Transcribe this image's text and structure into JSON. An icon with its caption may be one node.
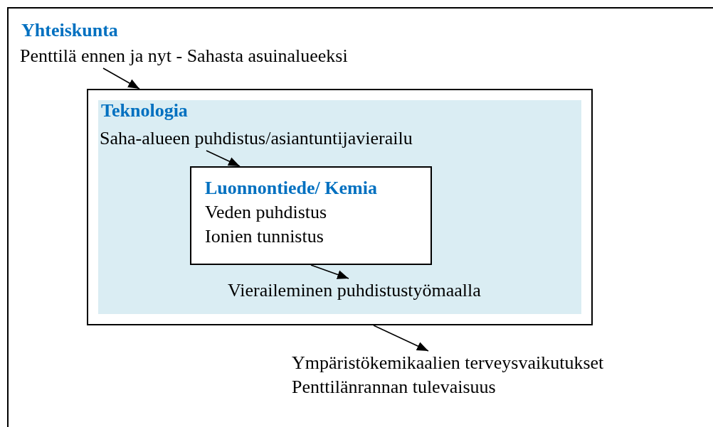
{
  "diagram": {
    "nodes": [
      {
        "text": [
          "Yhteiskunta"
        ]
      },
      {
        "text": [
          "Penttilä ennen ja nyt - Sahasta asuinalueeksi"
        ],
        "in": 0
      },
      {
        "text": [
          "Teknologia"
        ],
        "in": 0
      },
      {
        "text": [
          "Saha-alueen puhdistus/asiantuntijavierailu"
        ],
        "in": 2
      },
      {
        "text": [
          "Luonnontiede/ Kemia",
          "Veden puhdistus",
          "Ionien tunnistus"
        ],
        "in": 2
      },
      {
        "text": [
          "Vieraileminen puhdistustyömaalla"
        ],
        "in": 2
      },
      {
        "text": [
          "Ympäristökemikaalien terveysvaikutukset",
          "Penttilänrannan tulevaisuus"
        ],
        "in": 0
      }
    ],
    "edges": [
      {
        "from": 1,
        "to": 2,
        "arrow": "to"
      },
      {
        "from": 3,
        "to": 4,
        "arrow": "to"
      },
      {
        "from": 4,
        "to": 5,
        "arrow": "to"
      },
      {
        "from": 2,
        "to": 6,
        "arrow": "to"
      }
    ]
  }
}
